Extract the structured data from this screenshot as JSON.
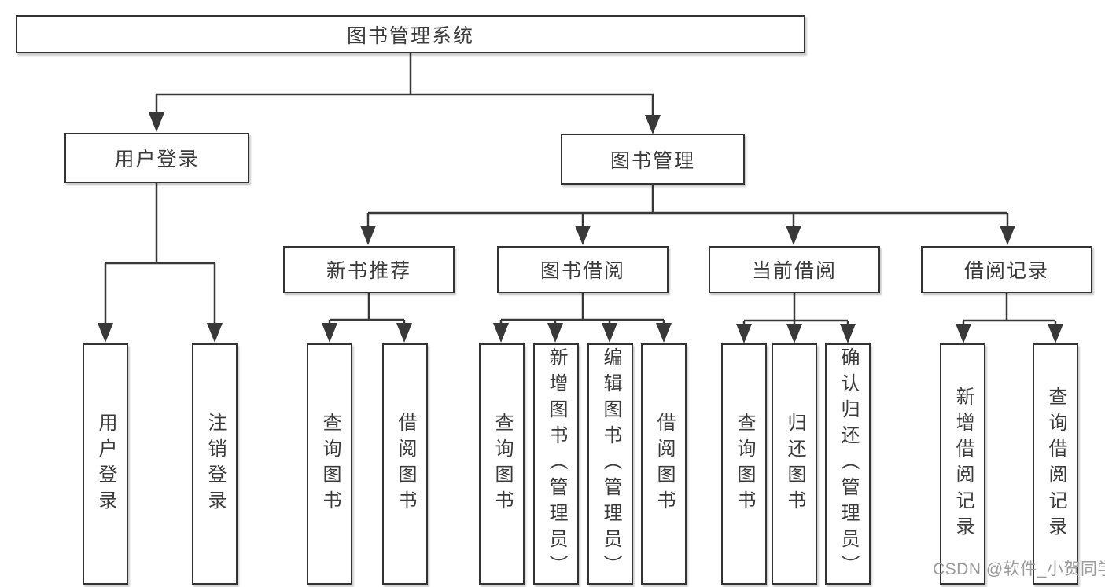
{
  "tree": {
    "root": {
      "label": "图书管理系统"
    },
    "children": [
      {
        "label": "用户登录",
        "children": [
          {
            "label": "用户登录"
          },
          {
            "label": "注销登录"
          }
        ]
      },
      {
        "label": "图书管理",
        "children": [
          {
            "label": "新书推荐",
            "children": [
              {
                "label": "查询图书"
              },
              {
                "label": "借阅图书"
              }
            ]
          },
          {
            "label": "图书借阅",
            "children": [
              {
                "label": "查询图书"
              },
              {
                "label": "新增图书（管理员）"
              },
              {
                "label": "编辑图书（管理员）"
              },
              {
                "label": "借阅图书"
              }
            ]
          },
          {
            "label": "当前借阅",
            "children": [
              {
                "label": "查询图书"
              },
              {
                "label": "归还图书"
              },
              {
                "label": "确认归还（管理员）"
              }
            ]
          },
          {
            "label": "借阅记录",
            "children": [
              {
                "label": "新增借阅记录"
              },
              {
                "label": "查询借阅记录"
              }
            ]
          }
        ]
      }
    ]
  },
  "watermark": {
    "text": "CSDN @软件_小贺同学"
  },
  "colors": {
    "line": "#383838",
    "box_border": "#333333",
    "box_fill": "#ffffff",
    "text": "#3b3b3b",
    "watermark": "#9c9c9c",
    "background": "#ffffff"
  }
}
